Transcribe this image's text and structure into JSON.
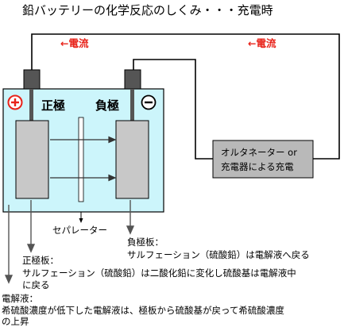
{
  "title": "鉛バッテリーの化学反応のしくみ・・・充電時",
  "current_label": "←電流",
  "positive_sign": "⊕",
  "negative_sign": "⊖",
  "positive_electrode": "正極",
  "negative_electrode": "負極",
  "charger": {
    "line1": "オルタネーター or",
    "line2": "充電器による充電"
  },
  "separator_label": "セパレーター",
  "negative_plate": {
    "title": "負極板：",
    "desc": "サルフェーション（硫酸鉛）は電解液へ戻る"
  },
  "positive_plate": {
    "title": "正極板：",
    "desc1": "サルフェーション（硫酸鉛）は二酸化鉛に変化し硫酸基は電解液中",
    "desc2": "に戻る"
  },
  "electrolyte": {
    "title": "電解液：",
    "desc1": "希硫酸濃度が低下した電解液は、極板から硫酸基が戻って希硫酸濃度",
    "desc2": "の上昇"
  },
  "colors": {
    "electrolyte_fill": "#ccf5fb",
    "plate_fill": "#c8c8c8",
    "terminal_fill": "#555555",
    "charger_fill": "#b9b9b9",
    "arrow_red": "#e8231a",
    "sign_red": "#e8231a"
  }
}
